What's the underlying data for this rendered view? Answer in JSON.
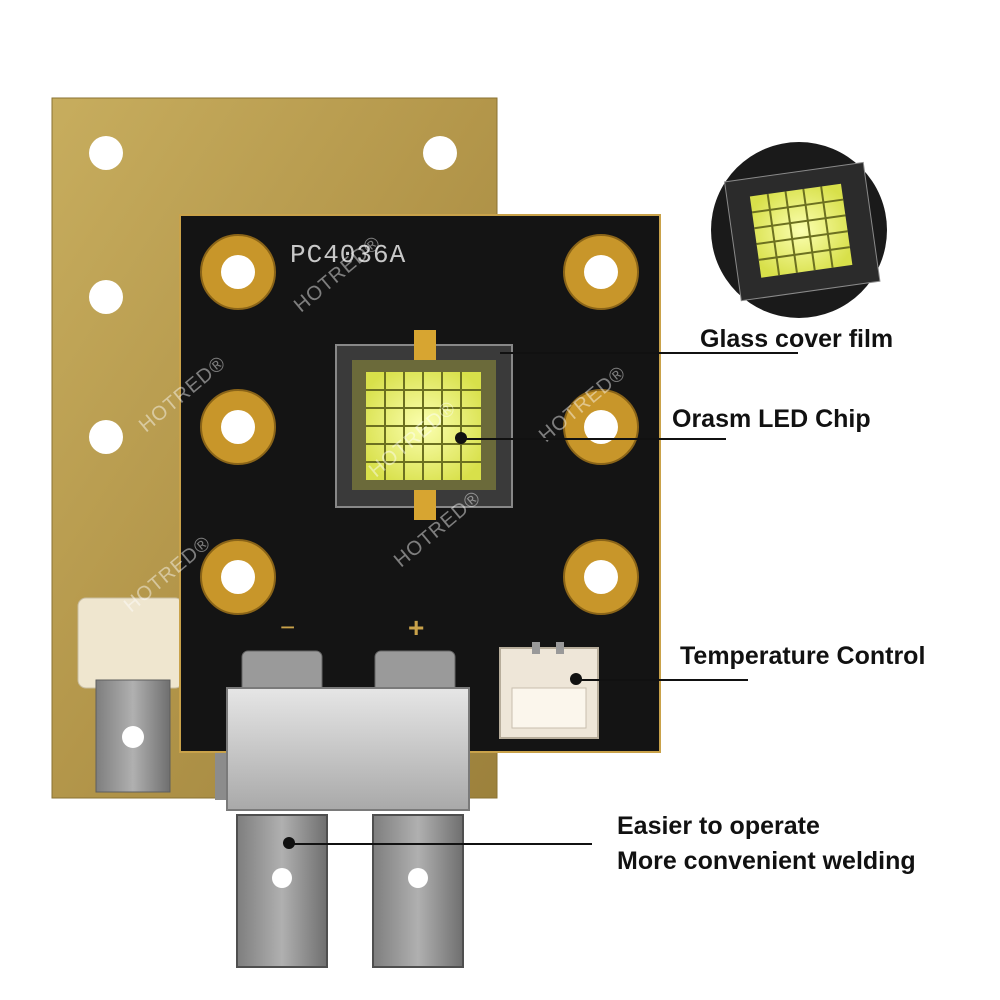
{
  "board": {
    "model_label": "PC4036A",
    "minus_label": "−",
    "plus_label": "+"
  },
  "watermark": {
    "text": "HOTRED®"
  },
  "callouts": {
    "glass_cover": "Glass cover film",
    "led_chip": "Orasm LED Chip",
    "temperature": "Temperature Control",
    "operate_line1": "Easier to operate",
    "operate_line2": "More convenient welding"
  },
  "colors": {
    "brass": "#b79a4a",
    "pcb": "#141414",
    "pad_gold": "#c8962a",
    "led": "#eef26a",
    "metal": "#c9c9c9"
  }
}
